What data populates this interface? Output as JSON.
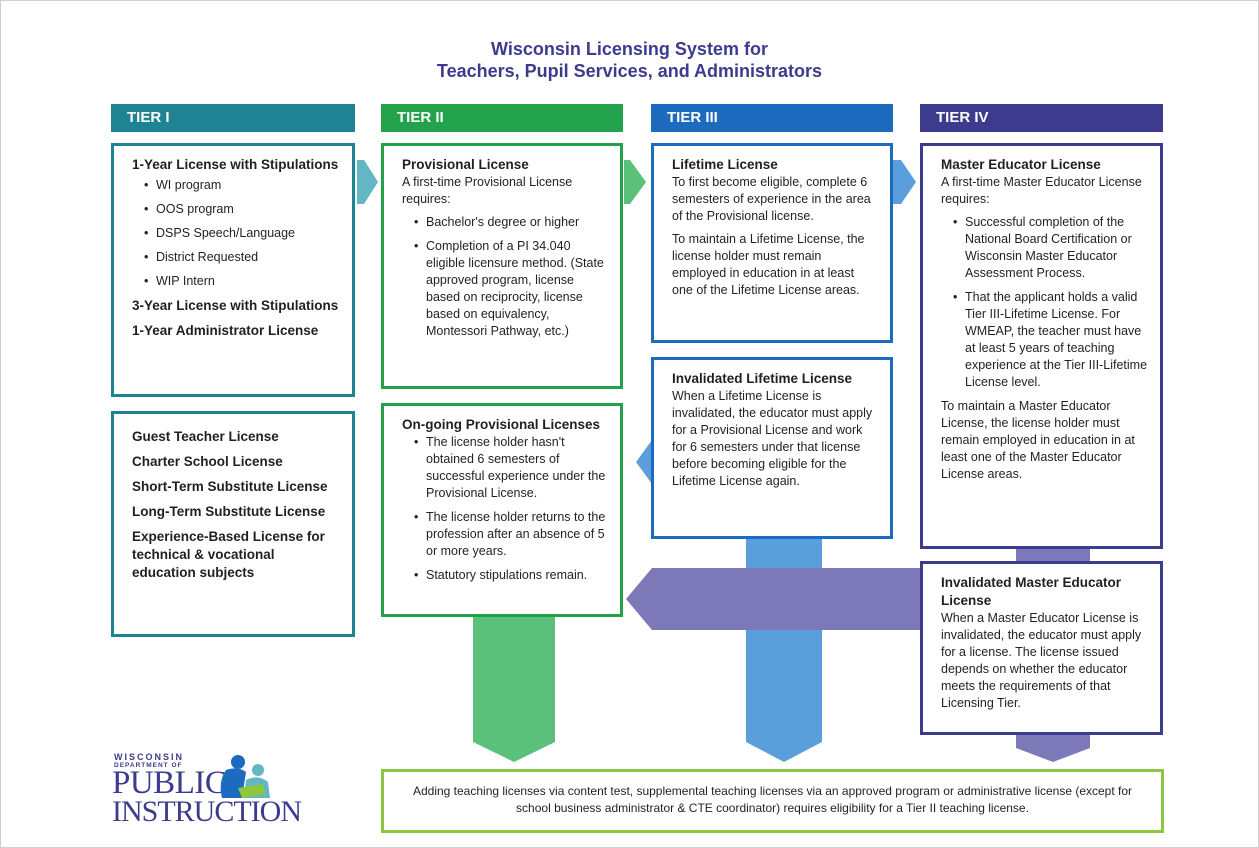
{
  "title": {
    "line1": "Wisconsin Licensing System for",
    "line2": "Teachers, Pupil Services, and Administrators"
  },
  "colors": {
    "tier1": "#1e8494",
    "tier2": "#22a24a",
    "tier3": "#1d6bbf",
    "tier4": "#3d3b8e",
    "green_arrow": "#5ac07a",
    "blue_arrow": "#5a9fdc",
    "purple_arrow": "#7d79b8",
    "teal_arrow": "#62b7c3",
    "note_border": "#8dc63f"
  },
  "tiers": [
    "TIER I",
    "TIER II",
    "TIER III",
    "TIER IV"
  ],
  "tier1": {
    "box1": {
      "heading": "1-Year License with Stipulations",
      "items": [
        "WI program",
        "OOS program",
        "DSPS Speech/Language",
        "District Requested",
        "WIP Intern"
      ],
      "license2": "3-Year License with Stipulations",
      "license3": "1-Year Administrator License"
    },
    "box2": {
      "licenses": [
        "Guest Teacher License",
        "Charter School License",
        "Short-Term Substitute License",
        "Long-Term Substitute License",
        "Experience-Based License for technical & vocational education subjects"
      ]
    }
  },
  "tier2": {
    "box1": {
      "heading": "Provisional License",
      "intro": "A first-time Provisional License requires:",
      "items": [
        "Bachelor's degree or higher",
        "Completion of a PI 34.040 eligible licensure method. (State approved program, license based on reciprocity, license based on equivalency, Montessori Pathway, etc.)"
      ]
    },
    "box2": {
      "heading": "On-going Provisional Licenses",
      "items": [
        "The license holder hasn't obtained 6 semesters of successful experience under the Provisional License.",
        "The license holder returns to the profession after an absence of 5 or more years.",
        "Statutory stipulations remain."
      ]
    }
  },
  "tier3": {
    "box1": {
      "heading": "Lifetime License",
      "para1": "To first become eligible, complete 6 semesters of experience in the area of the Provisional license.",
      "para2": "To maintain a Lifetime License, the license holder must remain employed in education in at least one of the Lifetime License areas."
    },
    "box2": {
      "heading": "Invalidated Lifetime License",
      "para": "When a Lifetime License is invalidated, the educator must apply for a Provisional License and work for 6 semesters under that license before becoming eligible for the Lifetime License again."
    }
  },
  "tier4": {
    "box1": {
      "heading": "Master Educator License",
      "intro": "A first-time Master Educator License requires:",
      "items": [
        "Successful completion of the National Board Certification or Wisconsin Master Educator Assessment Process.",
        "That the applicant holds a valid Tier III-Lifetime License. For WMEAP, the teacher must have at least 5 years of teaching experience at the Tier III-Lifetime License level."
      ],
      "para": "To maintain a Master Educator License, the license holder must remain employed in education in at least one of the Master Educator License areas."
    },
    "box2": {
      "heading": "Invalidated Master Educator License",
      "para": "When a Master Educator License is invalidated, the educator must apply for a license. The license issued depends on whether the educator meets the requirements of that Licensing Tier."
    }
  },
  "note": "Adding teaching licenses via content test, supplemental teaching licenses via an approved program or administrative license (except for school business administrator & CTE coordinator) requires eligibility for a Tier II teaching license.",
  "logo": {
    "line1": "WISCONSIN",
    "line2": "DEPARTMENT OF",
    "line3": "PUBLIC",
    "line4": "INSTRUCTION"
  }
}
